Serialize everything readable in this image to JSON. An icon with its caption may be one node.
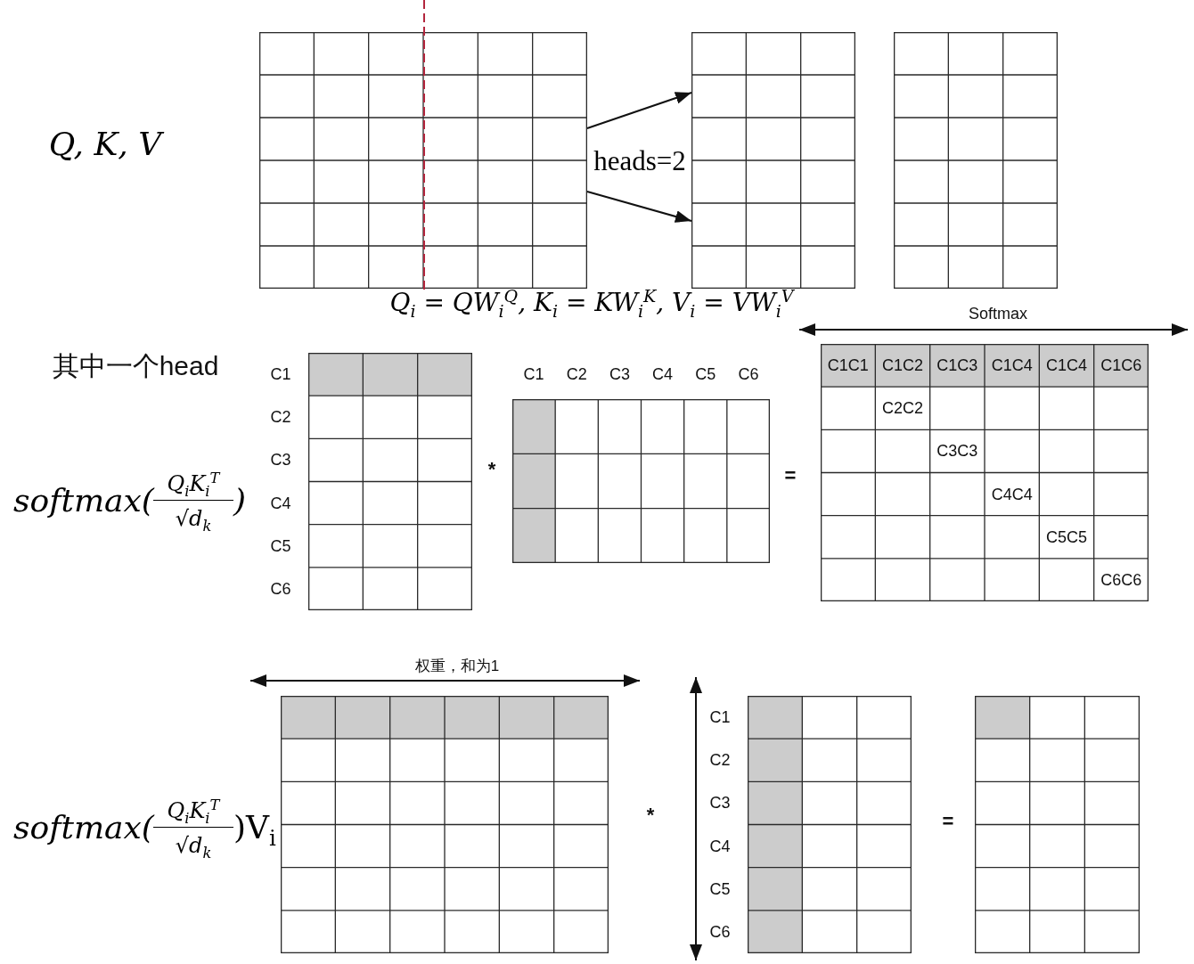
{
  "diagram": {
    "nodes": [
      {
        "text": [],
        "shape": "grid"
      },
      {
        "text": [],
        "shape": "grid"
      },
      {
        "text": [],
        "shape": "grid"
      },
      {
        "text": [],
        "shape": "grid",
        "beside": [
          "C1",
          "C2",
          "C3",
          "C4",
          "C5",
          "C6"
        ]
      },
      {
        "text": [],
        "shape": "grid",
        "beside": [
          "C1",
          "C2",
          "C3",
          "C4",
          "C5",
          "C6"
        ]
      },
      {
        "text": [
          "C1C1",
          "C1C2",
          "C1C3",
          "C1C4",
          "C1C4",
          "C1C6",
          "C2C2",
          "C3C3",
          "C4C4",
          "C5C5",
          "C6C6"
        ]
      },
      {
        "text": [],
        "shape": "grid"
      },
      {
        "text": [],
        "shape": "grid",
        "beside": [
          "C1",
          "C2",
          "C3",
          "C4",
          "C5",
          "C6"
        ]
      },
      {
        "text": [],
        "shape": "grid"
      }
    ],
    "edges": [
      {
        "from": 0,
        "to": 1,
        "arrow": "to"
      },
      {
        "from": 0,
        "to": 1,
        "arrow": "to"
      }
    ],
    "labels": [
      "Q, K, V",
      "heads=2",
      "Q$_{i}$ = QW$_{i}$$^{Q}$, K$_{i}$ = KW$_{i}$$^{K}$, V$_{i}$ = VW$_{i}$$^{V}$",
      "Softmax",
      "其中一个head",
      "softmax(",
      "Q$_{i}$K$_{i}$$^{T}$",
      "√d$_{k}$",
      ")",
      "*",
      "=",
      "权重，和为1",
      "softmax(",
      "Q$_{i}$K$_{i}$$^{T}$",
      "√d$_{k}$",
      ")V$_{i}$",
      "*",
      "="
    ]
  }
}
